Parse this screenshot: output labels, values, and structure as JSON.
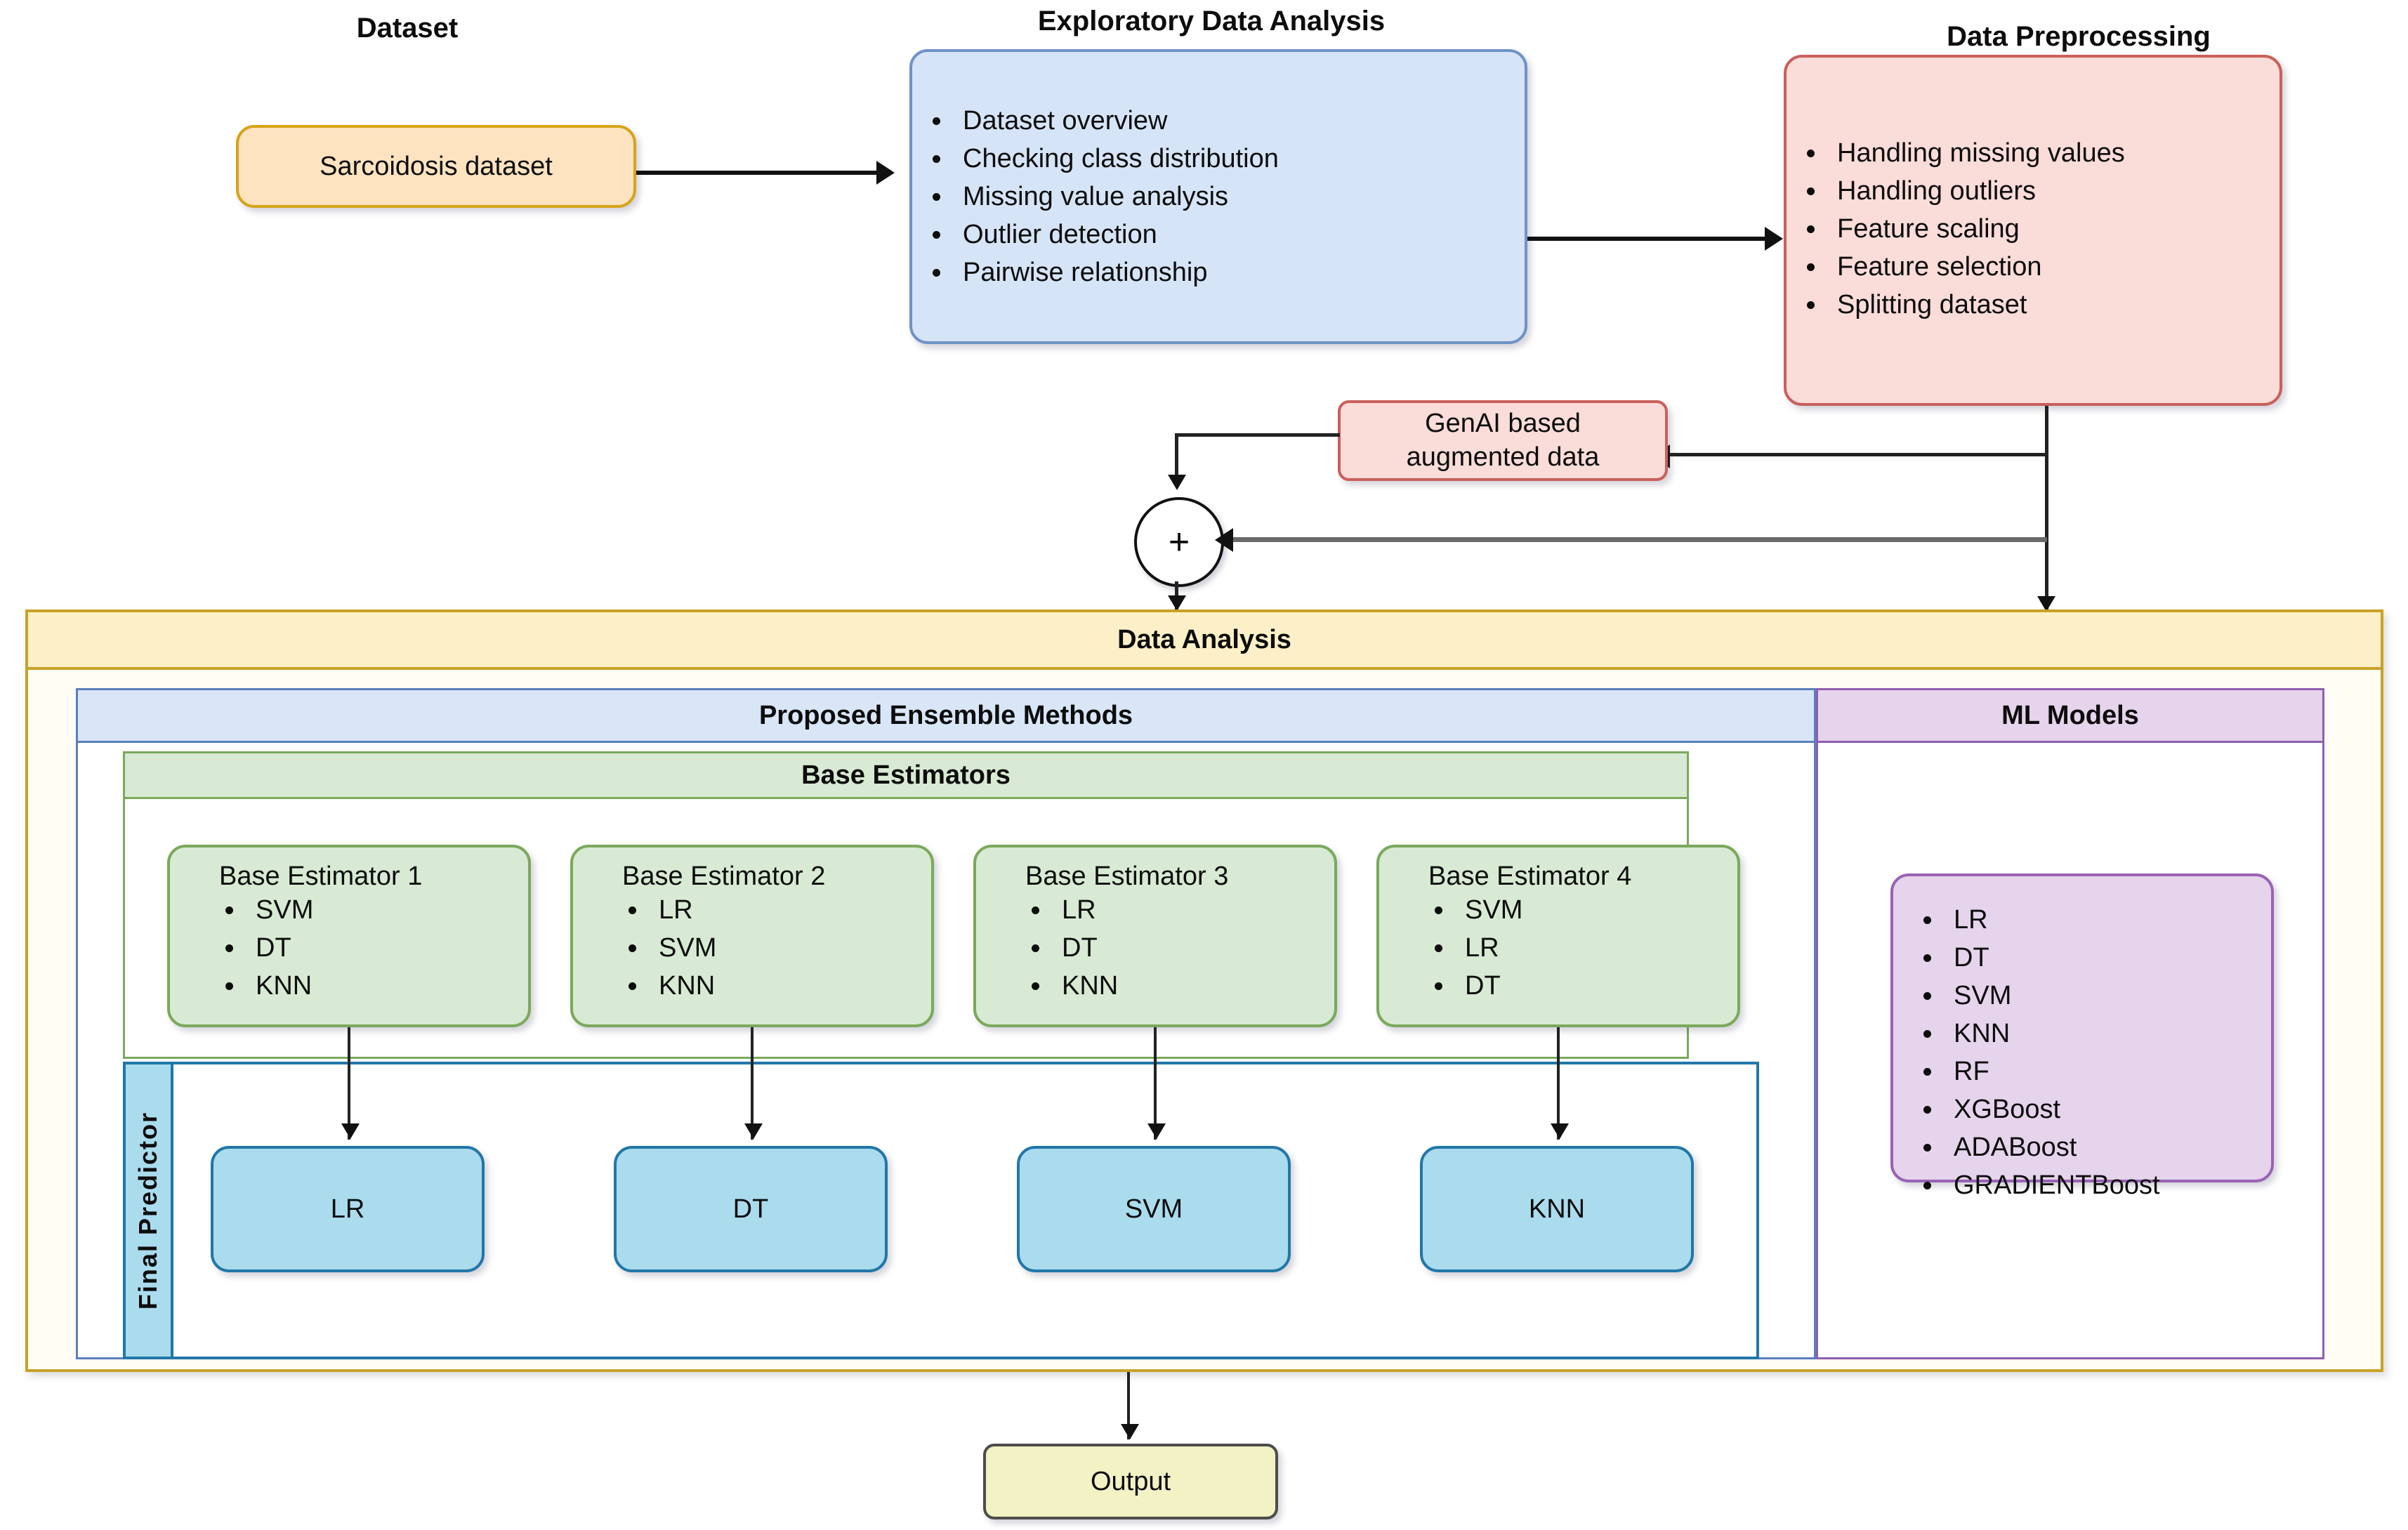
{
  "captions": {
    "dataset": "Dataset",
    "eda": "Exploratory Data Analysis",
    "preprocessing": "Data Preprocessing"
  },
  "nodes": {
    "dataset_box": "Sarcoidosis dataset",
    "genai_box": "GenAI based\naugmented data",
    "genai_line1": "GenAI based",
    "genai_line2": "augmented data",
    "junction_symbol": "+",
    "output_box": "Output"
  },
  "eda_items": [
    "Dataset overview",
    "Checking class distribution",
    "Missing value analysis",
    "Outlier detection",
    "Pairwise relationship"
  ],
  "preprocessing_items": [
    "Handling missing values",
    "Handling outliers",
    "Feature scaling",
    "Feature selection",
    "Splitting dataset"
  ],
  "data_analysis": {
    "title": "Data Analysis",
    "ensemble_title": "Proposed Ensemble Methods",
    "ml_models_title": "ML Models",
    "base_estimators_title": "Base Estimators",
    "final_predictor_title": "Final Predictor"
  },
  "base_estimators": [
    {
      "title": "Base Estimator 1",
      "items": [
        "SVM",
        "DT",
        "KNN"
      ]
    },
    {
      "title": "Base Estimator 2",
      "items": [
        "LR",
        "SVM",
        "KNN"
      ]
    },
    {
      "title": "Base Estimator 3",
      "items": [
        "LR",
        "DT",
        "KNN"
      ]
    },
    {
      "title": "Base Estimator 4",
      "items": [
        "SVM",
        "LR",
        "DT"
      ]
    }
  ],
  "final_predictors": [
    "LR",
    "DT",
    "SVM",
    "KNN"
  ],
  "ml_models": [
    "LR",
    "DT",
    "SVM",
    "KNN",
    "RF",
    "XGBoost",
    "ADABoost",
    "GRADIENTBoost"
  ],
  "colors": {
    "dataset": "#fde3c0",
    "eda": "#d6e4f7",
    "preprocessing": "#fadcd9",
    "genai": "#fadcd9",
    "data_analysis": "#fdf0c8",
    "ensemble": "#d9e6f8",
    "ml_models": "#e5d4ec",
    "base_estimator": "#d8ead3",
    "final_predictor": "#aadcee",
    "output": "#f2f2c5"
  }
}
